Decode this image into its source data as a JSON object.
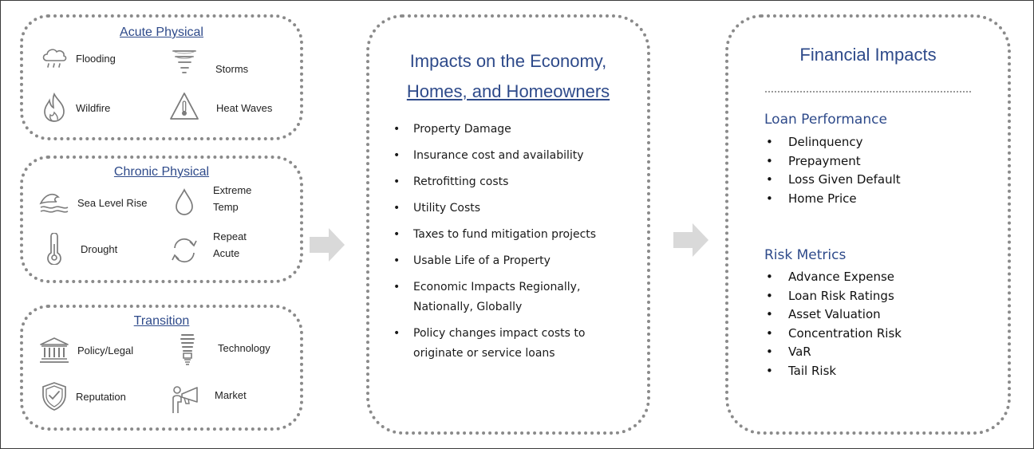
{
  "acute": {
    "title": "Acute Physical",
    "items": [
      {
        "label": "Flooding",
        "icon": "rain-cloud-icon"
      },
      {
        "label": "Storms",
        "icon": "tornado-icon"
      },
      {
        "label": "Wildfire",
        "icon": "flame-icon"
      },
      {
        "label": "Heat Waves",
        "icon": "heat-warning-icon"
      }
    ]
  },
  "chronic": {
    "title": "Chronic Physical",
    "items": [
      {
        "label": "Sea Level Rise",
        "icon": "wave-icon"
      },
      {
        "label": "Extreme Temp",
        "line1": "Extreme",
        "line2": "Temp",
        "icon": "droplet-icon"
      },
      {
        "label": "Drought",
        "icon": "thermometer-icon"
      },
      {
        "label": "Repeat Acute",
        "line1": "Repeat",
        "line2": "Acute",
        "icon": "cycle-arrows-icon"
      }
    ]
  },
  "transition": {
    "title": "Transition",
    "items": [
      {
        "label": "Policy/Legal",
        "icon": "courthouse-icon"
      },
      {
        "label": "Technology",
        "icon": "lightbulb-icon"
      },
      {
        "label": "Reputation",
        "icon": "shield-check-icon"
      },
      {
        "label": "Market",
        "icon": "megaphone-person-icon"
      }
    ]
  },
  "economy": {
    "title_line1": "Impacts on the Economy,",
    "title_line2": "Homes, and Homeowners",
    "bullets": [
      "Property Damage",
      "Insurance cost and availability",
      "Retrofitting costs",
      "Utility Costs",
      "Taxes to fund mitigation projects",
      "Usable Life of a Property",
      "Economic Impacts Regionally, Nationally, Globally",
      "Policy changes impact costs to originate or service loans"
    ]
  },
  "financial": {
    "title": "Financial Impacts",
    "loan_performance": {
      "title": "Loan Performance",
      "items": [
        "Delinquency",
        "Prepayment",
        "Loss Given Default",
        "Home Price"
      ]
    },
    "risk_metrics": {
      "title": "Risk Metrics",
      "items": [
        "Advance Expense",
        "Loan Risk Ratings",
        "Asset Valuation",
        "Concentration Risk",
        "VaR",
        "Tail Risk"
      ]
    }
  },
  "colors": {
    "accent": "#2e4a8a",
    "dotted_border": "#8a8a8a",
    "arrow": "#d9d9d9",
    "icon_stroke": "#7b7b7b"
  }
}
